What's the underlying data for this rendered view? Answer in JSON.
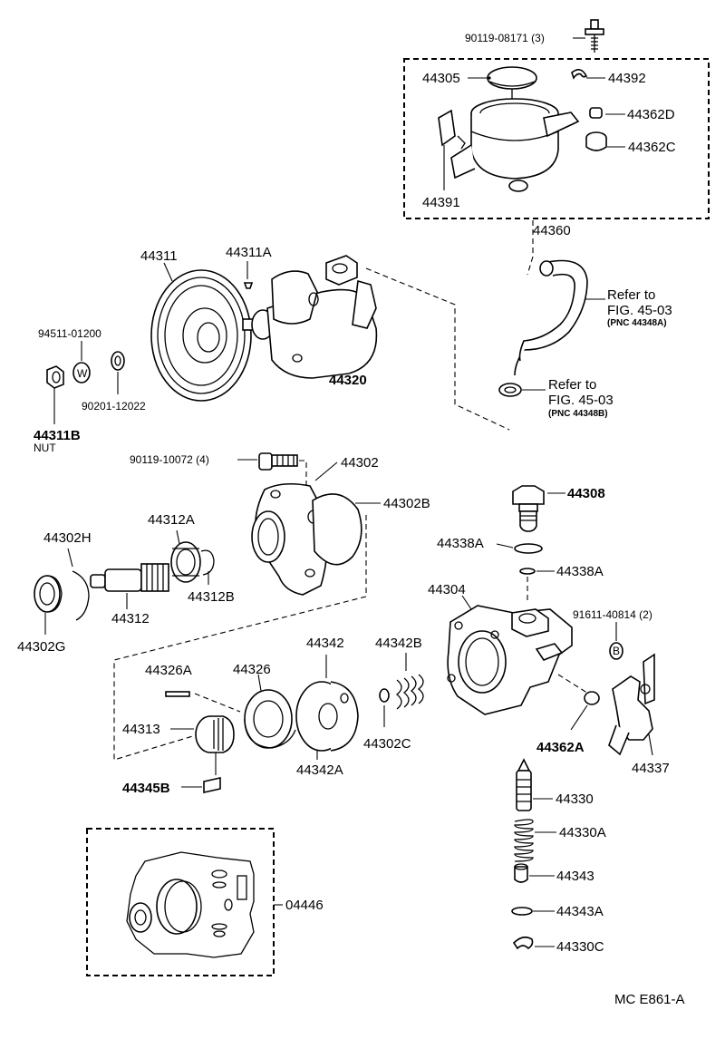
{
  "labels": {
    "bolt_90119_08171": "90119-08171 (3)",
    "p44305": "44305",
    "p44392": "44392",
    "p44362D": "44362D",
    "p44362C": "44362C",
    "p44391": "44391",
    "p44360": "44360",
    "p44311": "44311",
    "p44311A": "44311A",
    "p94511": "94511-01200",
    "p90201": "90201-12022",
    "p44311B": "44311B",
    "nut": "NUT",
    "p44320": "44320",
    "refer1_a": "Refer to",
    "refer1_b": "FIG. 45-03",
    "refer1_c": "(PNC 44348A)",
    "refer2_a": "Refer to",
    "refer2_b": "FIG. 45-03",
    "refer2_c": "(PNC 44348B)",
    "bolt_90119_10072": "90119-10072 (4)",
    "p44302": "44302",
    "p44302B": "44302B",
    "p44308": "44308",
    "p44338A_1": "44338A",
    "p44338A_2": "44338A",
    "p44302H": "44302H",
    "p44312A": "44312A",
    "p44312B": "44312B",
    "p44312": "44312",
    "p44302G": "44302G",
    "p44304": "44304",
    "p91611": "91611-40814 (2)",
    "p44326A": "44326A",
    "p44326": "44326",
    "p44342": "44342",
    "p44342B": "44342B",
    "p44313": "44313",
    "p44302C": "44302C",
    "p44342A": "44342A",
    "p44345B": "44345B",
    "p44362A": "44362A",
    "p44337": "44337",
    "p44330": "44330",
    "p44330A": "44330A",
    "p44343": "44343",
    "p44343A": "44343A",
    "p44330C": "44330C",
    "p04446": "04446",
    "washer_w": "W",
    "washer_b": "B",
    "code": "MC  E861-A"
  }
}
